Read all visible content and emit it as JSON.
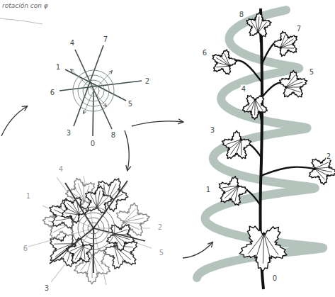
{
  "diagram": {
    "title": "rotación con φ",
    "labels": [
      "4",
      "7",
      "1",
      "2",
      "6",
      "5",
      "3",
      "8",
      "0",
      "4",
      "1",
      "2",
      "6",
      "5",
      "3",
      "8",
      "7",
      "6",
      "5",
      "4",
      "3",
      "2",
      "1",
      "0"
    ]
  }
}
